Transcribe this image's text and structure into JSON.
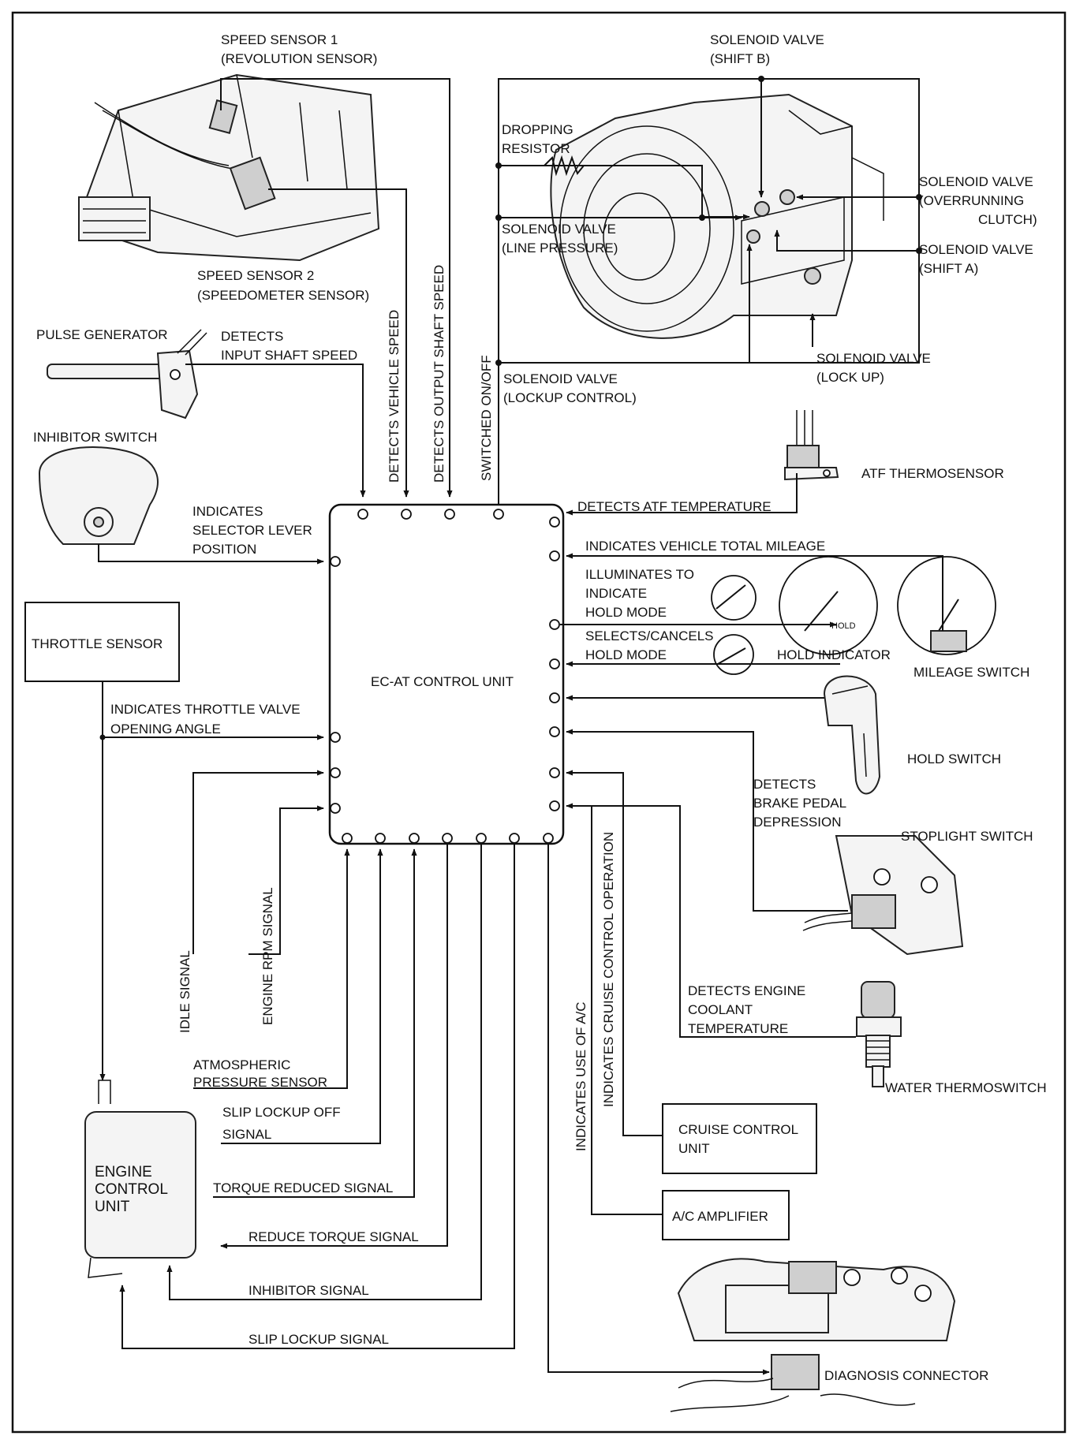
{
  "labels": {
    "speed_sensor_1": "SPEED SENSOR 1",
    "speed_sensor_1_sub": "(REVOLUTION SENSOR)",
    "speed_sensor_2": "SPEED SENSOR 2",
    "speed_sensor_2_sub": "(SPEEDOMETER SENSOR)",
    "solenoid_shift_b": "SOLENOID VALVE",
    "solenoid_shift_b_sub": "(SHIFT B)",
    "dropping_resistor_1": "DROPPING",
    "dropping_resistor_2": "RESISTOR",
    "solenoid_overrunning": "SOLENOID VALVE",
    "solenoid_overrunning_sub1": "(OVERRUNNING",
    "solenoid_overrunning_sub2": "CLUTCH)",
    "solenoid_line_pressure": "SOLENOID VALVE",
    "solenoid_line_pressure_sub": "(LINE PRESSURE)",
    "solenoid_shift_a": "SOLENOID VALVE",
    "solenoid_shift_a_sub": "(SHIFT A)",
    "pulse_generator": "PULSE GENERATOR",
    "detects_input_1": "DETECTS",
    "detects_input_2": "INPUT SHAFT SPEED",
    "solenoid_lock_up": "SOLENOID VALVE",
    "solenoid_lock_up_sub": "(LOCK UP)",
    "solenoid_lockup_control": "SOLENOID VALVE",
    "solenoid_lockup_control_sub": "(LOCKUP CONTROL)",
    "detects_vehicle_speed": "DETECTS VEHICLE SPEED",
    "detects_output_shaft": "DETECTS OUTPUT SHAFT SPEED",
    "switched_on_off": "SWITCHED ON/OFF",
    "inhibitor_switch": "INHIBITOR SWITCH",
    "atf_thermosensor": "ATF THERMOSENSOR",
    "detects_atf_temp": "DETECTS ATF TEMPERATURE",
    "indicates_mileage": "INDICATES VEHICLE TOTAL MILEAGE",
    "selector_1": "INDICATES",
    "selector_2": "SELECTOR LEVER",
    "selector_3": "POSITION",
    "illuminates_1": "ILLUMINATES TO",
    "illuminates_2": "INDICATE",
    "illuminates_3": "HOLD MODE",
    "hold_gauge_text": "HOLD",
    "throttle_sensor": "THROTTLE SENSOR",
    "selects_1": "SELECTS/CANCELS",
    "selects_2": "HOLD MODE",
    "hold_indicator": "HOLD INDICATOR",
    "mileage_switch": "MILEAGE SWITCH",
    "ecat_unit": "EC-AT CONTROL UNIT",
    "throttle_angle_1": "INDICATES THROTTLE VALVE",
    "throttle_angle_2": "OPENING ANGLE",
    "hold_switch": "HOLD SWITCH",
    "brake_1": "DETECTS",
    "brake_2": "BRAKE PEDAL",
    "brake_3": "DEPRESSION",
    "stoplight_switch": "STOPLIGHT SWITCH",
    "cruise_operation": "INDICATES CRUISE CONTROL OPERATION",
    "idle_signal": "IDLE SIGNAL",
    "engine_rpm_signal": "ENGINE RPM SIGNAL",
    "use_of_ac": "INDICATES USE OF A/C",
    "coolant_1": "DETECTS ENGINE",
    "coolant_2": "COOLANT",
    "coolant_3": "TEMPERATURE",
    "atmospheric_1": "ATMOSPHERIC",
    "atmospheric_2": "PRESSURE SENSOR",
    "water_thermoswitch": "WATER THERMOSWITCH",
    "slip_lockup_off_1": "SLIP LOCKUP OFF",
    "slip_lockup_off_2": "SIGNAL",
    "cruise_unit_1": "CRUISE CONTROL",
    "cruise_unit_2": "UNIT",
    "engine_cu_1": "ENGINE",
    "engine_cu_2": "CONTROL",
    "engine_cu_3": "UNIT",
    "torque_reduced": "TORQUE REDUCED SIGNAL",
    "ac_amplifier": "A/C AMPLIFIER",
    "reduce_torque": "REDUCE TORQUE SIGNAL",
    "inhibitor_signal": "INHIBITOR SIGNAL",
    "slip_lockup_signal": "SLIP LOCKUP SIGNAL",
    "diagnosis_connector": "DIAGNOSIS CONNECTOR"
  }
}
